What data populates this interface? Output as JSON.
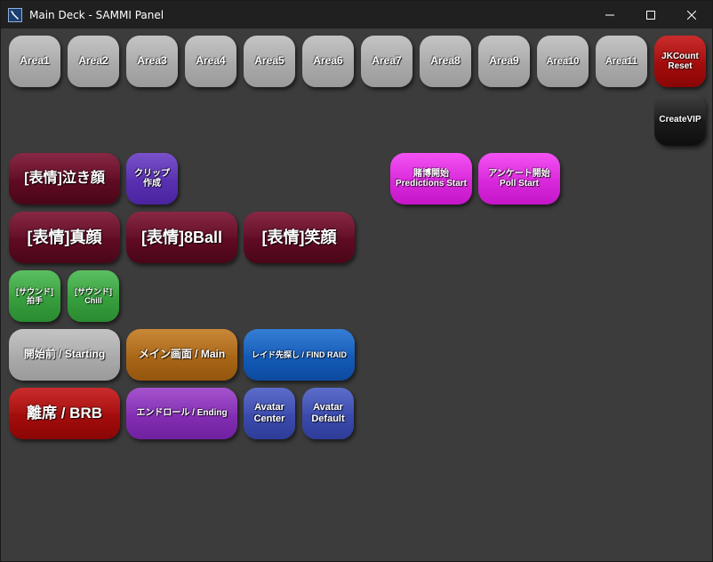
{
  "window": {
    "title": "Main Deck - SAMMI Panel"
  },
  "area_buttons": [
    "Area1",
    "Area2",
    "Area3",
    "Area4",
    "Area5",
    "Area6",
    "Area7",
    "Area8",
    "Area9",
    "Area10",
    "Area11"
  ],
  "buttons": {
    "jkcount_reset": "JKCount\nReset",
    "create_vip": "CreateVIP",
    "face_cry": "[表情]泣き顔",
    "clip_create": "クリップ\n作成",
    "predictions_start": "賭博開始\nPredictions Start",
    "poll_start": "アンケート開始\nPoll Start",
    "face_serious": "[表情]真顔",
    "face_8ball": "[表情]8Ball",
    "face_smile": "[表情]笑顔",
    "sound_clap": "[サウンド]\n拍手",
    "sound_chill": "[サウンド]\nChill",
    "starting": "開始前 / Starting",
    "main_screen": "メイン画面 / Main",
    "find_raid": "レイド先探し / FIND RAID",
    "brb": "離席 / BRB",
    "ending": "エンドロール / Ending",
    "avatar_center": "Avatar\nCenter",
    "avatar_default": "Avatar\nDefault"
  },
  "colors": {
    "background": "#3c3c3c",
    "titlebar": "#202020",
    "gray": "#a8a8a8",
    "red": "#b00e0e",
    "maroon": "#62082a",
    "purple": "#5a30b4",
    "magenta": "#e62ae4",
    "green": "#38a03e",
    "orange": "#ac6818",
    "blue": "#165cbc",
    "violet": "#8430b4",
    "navy": "#3a4aae"
  },
  "icons": {
    "app": "sammi-wrench-icon",
    "minimize": "minimize-icon",
    "maximize": "maximize-icon",
    "close": "close-icon"
  }
}
